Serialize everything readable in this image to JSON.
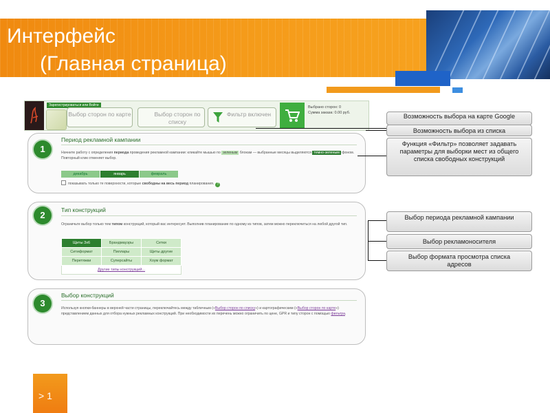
{
  "slide": {
    "title_line1": "Интерфейс",
    "title_line2": "(Главная страница)",
    "page_label": "> 1"
  },
  "site_header": {
    "login_link": "Зарегистрироваться или Войти",
    "btn_map": "Выбор сторон по карте",
    "btn_list": "Выбор сторон по списку",
    "btn_filter": "Фильтр включен",
    "stat_sides": "Выбрано сторон: 0",
    "stat_sum": "Сумма заказа: 0.00 руб."
  },
  "step1": {
    "number": "1",
    "title": "Период рекламной кампании",
    "text_a": "Начните работу с определения",
    "text_bold": "периода",
    "text_b": "проведения рекламной кампании: кликайте мышью по",
    "hl_light": "зеленым",
    "text_c": "блокам — выбранные месяцы выделяются",
    "hl_dark": "темно-зеленым",
    "text_d": "фоном. Повторный клик отменяет выбор.",
    "months": [
      "декабрь",
      "январь",
      "февраль"
    ],
    "checkbox_a": "показывать только те поверхности, которые",
    "checkbox_bold": "свободны на весь период",
    "checkbox_b": "планирования.",
    "help": "?"
  },
  "step2": {
    "number": "2",
    "title": "Тип конструкций",
    "text_a": "Ограничьте выбор только тем",
    "text_bold": "типом",
    "text_b": "конструкций, который вас интересует. Выполнив планирование по одному из типов, затем можно переключиться на любой другой тип.",
    "rows": [
      [
        "Щиты 3х6",
        "Брандмауэры",
        "Сетки"
      ],
      [
        "Ситиформат",
        "Пиллары",
        "Щиты другие"
      ],
      [
        "Перетяжки",
        "Суперсайты",
        "Хоум формат"
      ]
    ],
    "more": "Другие типы конструкций..."
  },
  "step3": {
    "number": "3",
    "title": "Выбор конструкций",
    "text_a": "Используя кнопки-баннеры в верхней части страницы, переключайтесь между табличным («",
    "link_list": "Выбор сторон по списку",
    "text_b": "») и картографическим («",
    "link_map": "Выбор сторон по карте",
    "text_c": "») представлением данных для отбора нужных рекламных конструкций. При необходимости их перечень можно ограничить по цене, GPR и типу сторон с помощью",
    "link_filter": "фильтра",
    "text_d": "."
  },
  "callouts": [
    "Возможность выбора на карте Google",
    "Возможность выбора из списка",
    "Функция «Фильтр» позволяет задавать параметры для выборки мест из общего списка свободных конструкций",
    "Выбор периода рекламной кампании",
    "Выбор рекламоносителя",
    "Выбор формата просмотра списка адресов"
  ],
  "colors": {
    "orange": "#f29a1c",
    "green": "#2d8a2d",
    "blue": "#1f63c8"
  }
}
